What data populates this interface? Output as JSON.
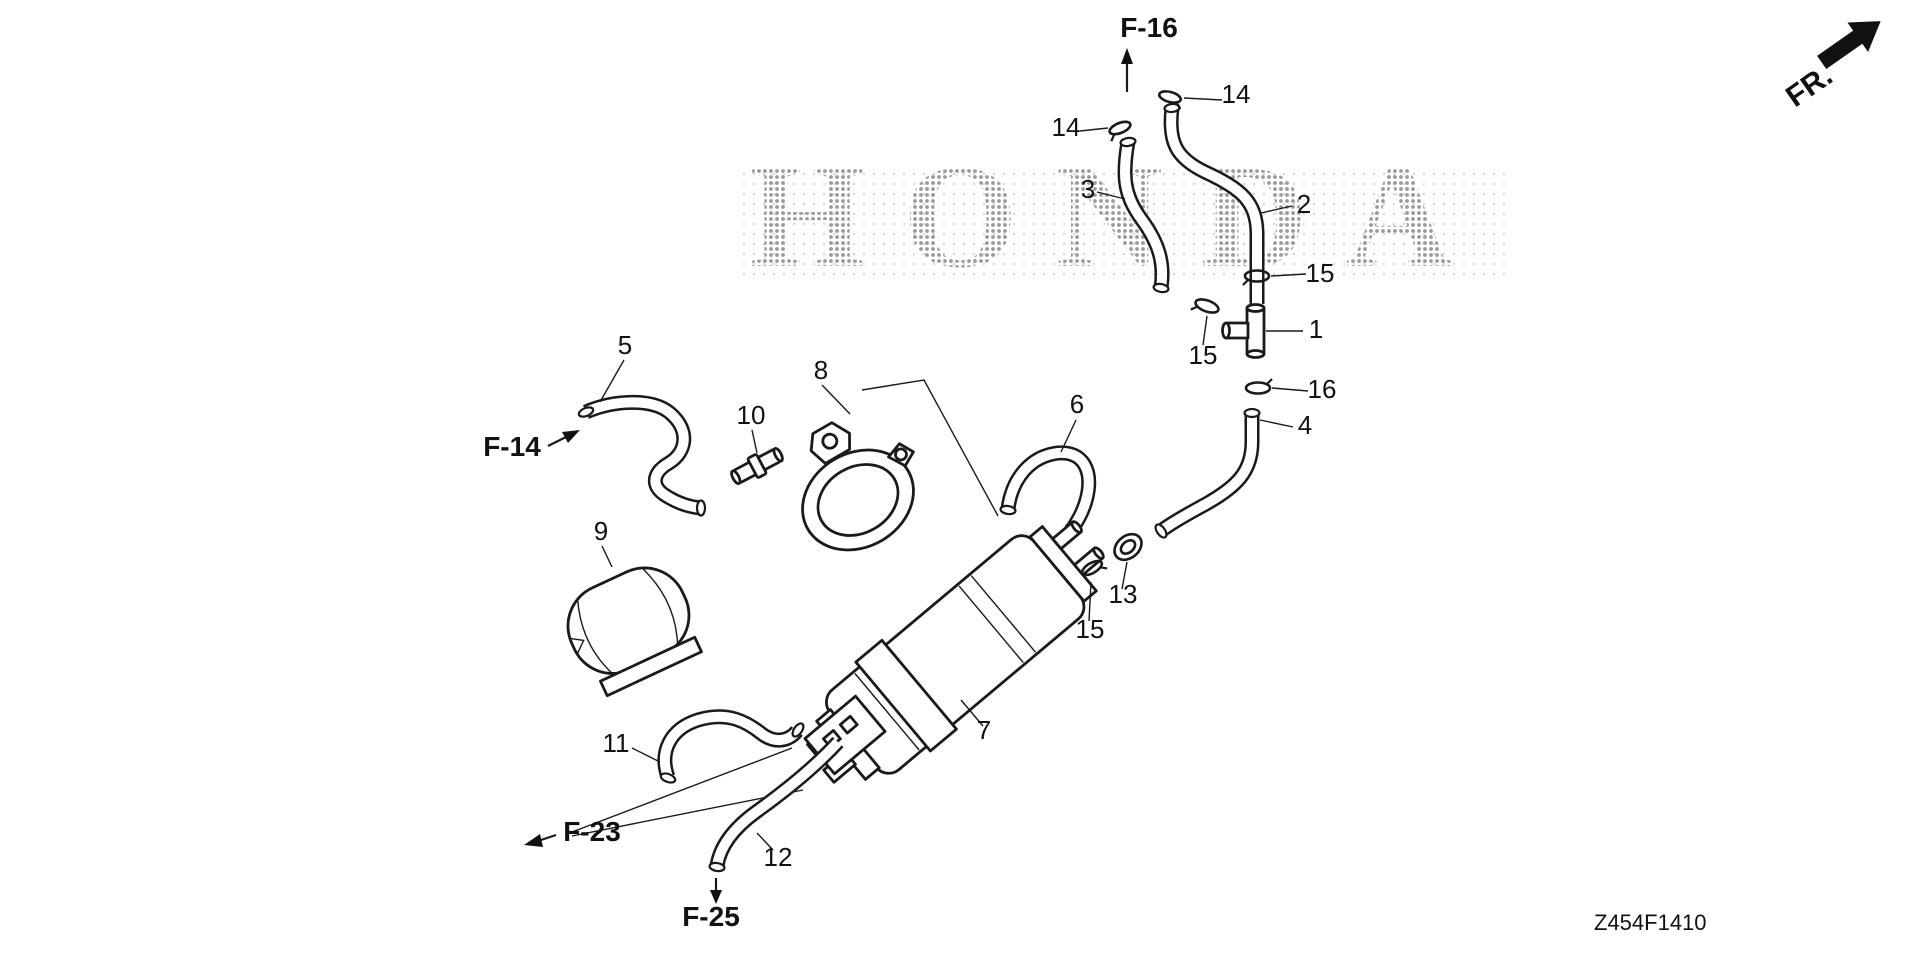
{
  "diagram": {
    "watermark": "HONDA",
    "code": "Z454F1410",
    "fr_label": "FR.",
    "refs": {
      "f16": "F-16",
      "f14": "F-14",
      "f23": "F-23",
      "f25": "F-25"
    },
    "callouts": {
      "c1": "1",
      "c2": "2",
      "c3": "3",
      "c4": "4",
      "c5": "5",
      "c6": "6",
      "c7": "7",
      "c8": "8",
      "c9": "9",
      "c10": "10",
      "c11": "11",
      "c12": "12",
      "c13": "13",
      "c14a": "14",
      "c14b": "14",
      "c15a": "15",
      "c15b": "15",
      "c15c": "15",
      "c16": "16"
    },
    "colors": {
      "line": "#1a1a1a",
      "watermark": "#a6a6a6"
    }
  }
}
